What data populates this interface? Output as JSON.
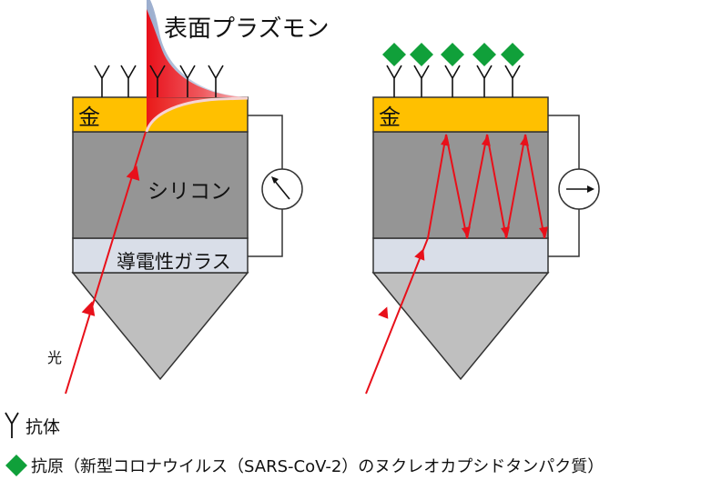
{
  "title": "表面プラズモン",
  "labels": {
    "gold_left": "金",
    "gold_right": "金",
    "silicon": "シリコン",
    "conductive_glass": "導電性ガラス",
    "light": "光"
  },
  "legend": {
    "antibody": "抗体",
    "antigen": "抗原（新型コロナウイルス（SARS-CoV-2）のヌクレオカプシドタンパク質）"
  },
  "colors": {
    "gold": "#ffc000",
    "silicon": "#959595",
    "glass": "#d9dee8",
    "ray": "#e8101a",
    "antigen": "#10a03a"
  },
  "icons": [
    "antibody-icon",
    "antigen-icon",
    "ammeter-icon"
  ]
}
